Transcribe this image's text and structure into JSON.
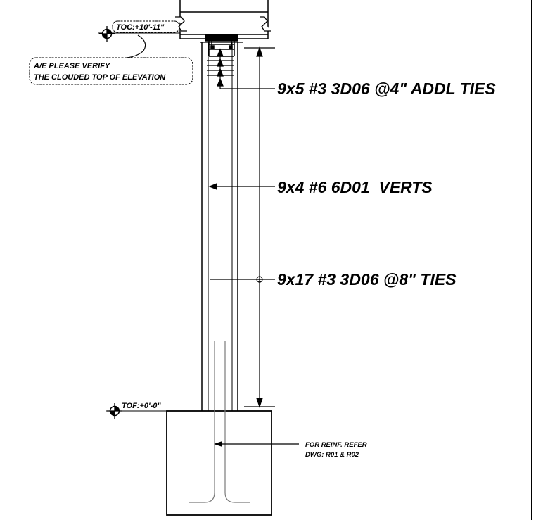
{
  "elevations": {
    "top_of_column": "TOC:+10'-11\"",
    "top_of_footing": "TOF:+0'-0\""
  },
  "note": {
    "line1": "A/E PLEASE VERIFY",
    "line2": "THE CLOUDED TOP OF ELEVATION"
  },
  "callouts": {
    "additional_ties": "9x5 #3 3D06 @4\" ADDL TIES",
    "verticals": "9x4 #6 6D01  VERTS",
    "ties": "9x17 #3 3D06 @8\" TIES"
  },
  "footing_note": {
    "line1": "FOR REINF. REFER",
    "line2": "DWG: R01 & R02"
  },
  "colors": {
    "linework": "#000000",
    "rebar": "#7a7a7a",
    "background": "#ffffff"
  }
}
